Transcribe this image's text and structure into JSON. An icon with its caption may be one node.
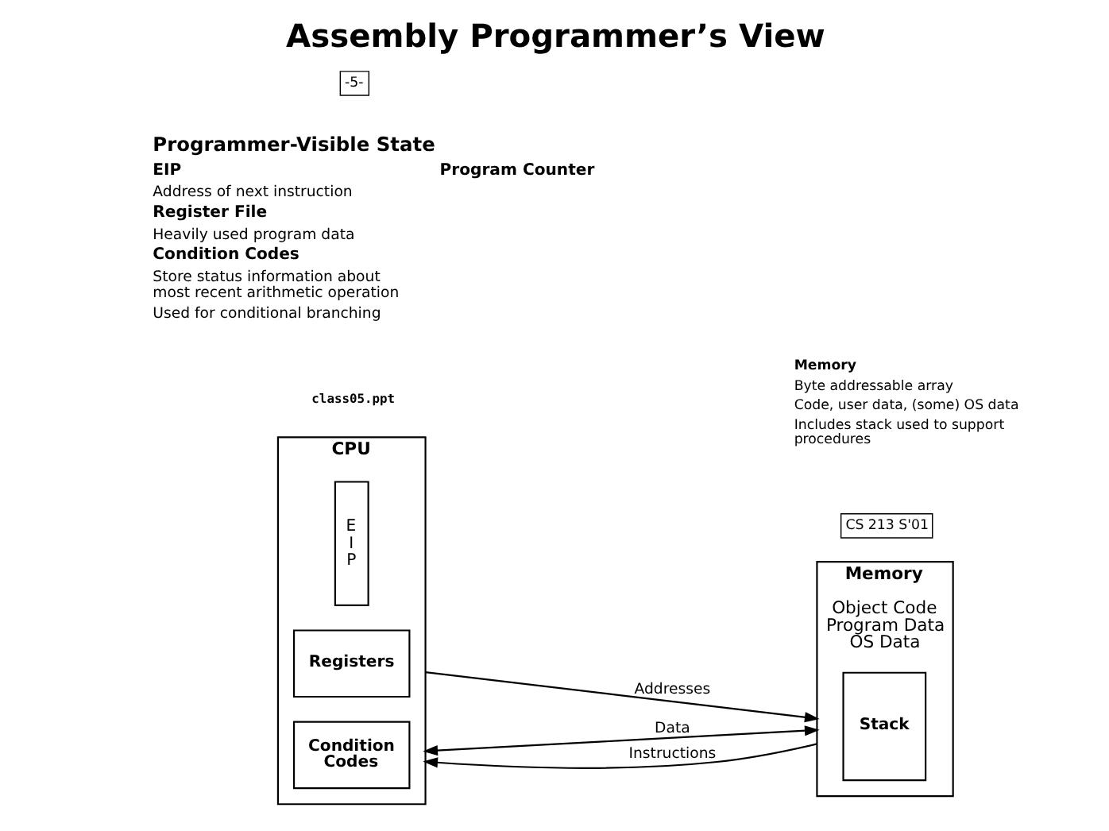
{
  "diagram": {
    "title": "Assembly Programmer’s View",
    "nodes": [
      {
        "text": [
          "CPU"
        ]
      },
      {
        "text": [
          "E I P"
        ],
        "in": 0
      },
      {
        "text": [
          "Registers"
        ],
        "in": 0
      },
      {
        "text": [
          "Condition Codes"
        ],
        "in": 0
      },
      {
        "text": [
          "Memory",
          "Object Code Program Data OS Data"
        ]
      },
      {
        "text": [
          "Stack"
        ],
        "in": 4
      }
    ],
    "edges": [
      {
        "from": 0,
        "to": 4,
        "arrow": "to",
        "label": "Addresses"
      },
      {
        "from": 0,
        "to": 4,
        "arrow": "both",
        "label": "Data"
      },
      {
        "from": 4,
        "to": 0,
        "arrow": "to",
        "label": "Instructions"
      }
    ],
    "labels": [
      "Programmer-Visible State",
      "EIP",
      "Program Counter",
      "Address of next instruction",
      "Register File",
      "Heavily used program data",
      "Condition Codes",
      "Store status information about most recent arithmetic operation",
      "Used for conditional branching",
      "Memory",
      "Byte addressable array",
      "Code, user data, (some) OS data",
      "Includes stack used to support procedures",
      "class05.ppt",
      "-5-",
      "CS 213 S'01"
    ]
  }
}
